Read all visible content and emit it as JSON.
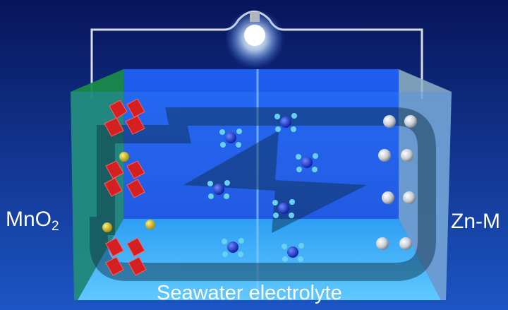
{
  "labels": {
    "cathode_main": "MnO",
    "cathode_sub": "2",
    "anode": "Zn-M",
    "electrolyte": "Seawater electrolyte"
  },
  "colors": {
    "background_top": "#08145a",
    "background_bottom": "#1c55c4",
    "cathode_panel": "#1a8a4a",
    "anode_panel": "#8fb3c4",
    "octahedra": "#d42020",
    "zn_ion": "#d8c020",
    "cation": "#1a3acc"
  }
}
